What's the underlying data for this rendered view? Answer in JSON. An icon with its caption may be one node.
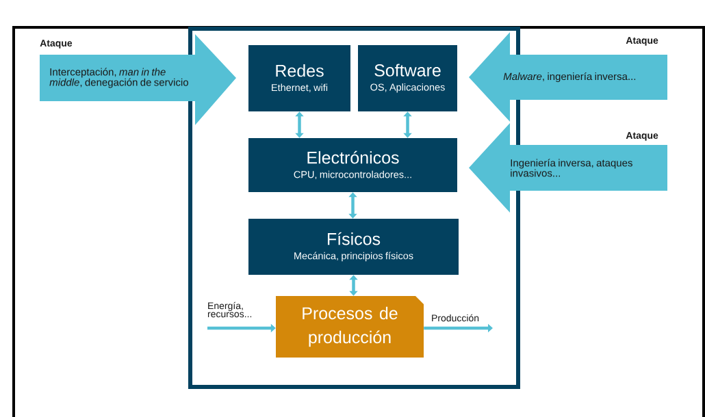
{
  "diagram": {
    "nodes": [
      {
        "text": [],
        "shape": "box"
      },
      {
        "text": [
          "Ataque",
          "Interceptación, *man in the middle*, denegación de servicio"
        ]
      },
      {
        "text": [
          "Redes",
          "Ethernet, wifi"
        ],
        "in": 0
      },
      {
        "text": [
          "Software",
          "OS, Aplicaciones"
        ],
        "in": 0
      },
      {
        "text": [
          "Ataque",
          "*Malware*, ingeniería inversa..."
        ]
      },
      {
        "text": [
          "Electrónicos",
          "CPU, microcontroladores..."
        ],
        "in": 0
      },
      {
        "text": [
          "Ataque",
          "Ingeniería inversa, ataques invasivos..."
        ]
      },
      {
        "text": [
          "Físicos",
          "Mecánica, principios físicos"
        ],
        "in": 0
      },
      {
        "text": [
          "Energía, recursos..."
        ],
        "in": 0
      },
      {
        "text": [
          "Procesos de producción"
        ],
        "in": 0
      },
      {
        "text": [
          "Producción"
        ],
        "in": 0
      }
    ],
    "edges": [
      {
        "from": 2,
        "to": 5,
        "arrow": "both"
      },
      {
        "from": 3,
        "to": 5,
        "arrow": "both"
      },
      {
        "from": 5,
        "to": 7,
        "arrow": "both"
      },
      {
        "from": 7,
        "to": 9,
        "arrow": "both"
      },
      {
        "from": 8,
        "to": 9,
        "arrow": "to"
      },
      {
        "from": 9,
        "to": 10,
        "arrow": "to"
      }
    ]
  }
}
